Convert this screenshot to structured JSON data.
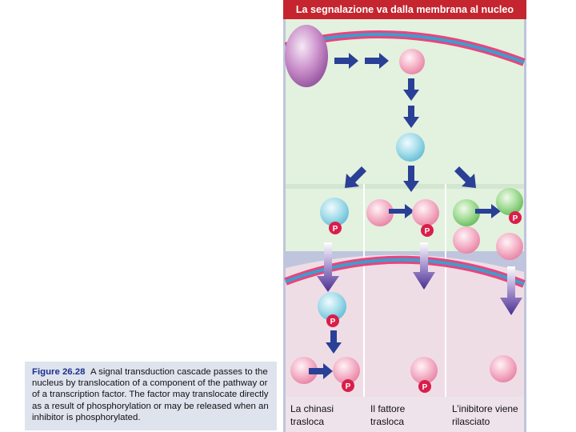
{
  "figure": {
    "title": "La segnalazione va dalla membrana al nucleo",
    "phosphate_symbol": "P",
    "panels": [
      {
        "label_line1": "La chinasi",
        "label_line2": "trasloca"
      },
      {
        "label_line1": "Il fattore",
        "label_line2": "trasloca"
      },
      {
        "label_line1": "L’inibitore viene",
        "label_line2": "rilasciato"
      }
    ],
    "colors": {
      "title_bar": "#c4252f",
      "cytoplasm": "#e3f1df",
      "nucleus": "#efdde6",
      "membrane": "#e9447d",
      "membrane_band": "#3a9fce",
      "arrow": "#2a3f96",
      "kinase": "#8ad2e3",
      "factor": "#f2a3bb",
      "inhibitor": "#8fd28a",
      "phosphate": "#d91e4a"
    }
  },
  "caption": {
    "figure_number": "Figure 26.28",
    "text": "A signal transduction cascade passes to the nucleus by translocation of a component of the pathway or of a transcription factor. The factor may translocate directly as a result of phosphorylation or may be released when an inhibitor is phosphorylated."
  }
}
